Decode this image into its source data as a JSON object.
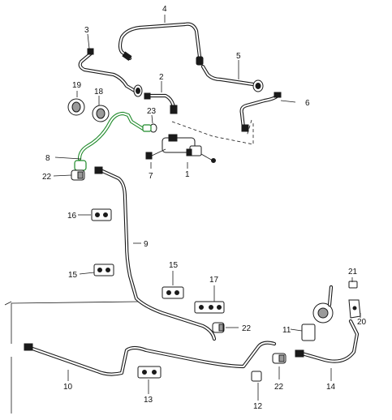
{
  "colors": {
    "line": "#1a1a1a",
    "highlight": "#1f8a2a",
    "background": "#ffffff"
  },
  "callouts": [
    {
      "id": "1",
      "label": "1"
    },
    {
      "id": "2",
      "label": "2"
    },
    {
      "id": "3",
      "label": "3"
    },
    {
      "id": "4",
      "label": "4"
    },
    {
      "id": "5",
      "label": "5"
    },
    {
      "id": "6",
      "label": "6"
    },
    {
      "id": "7",
      "label": "7"
    },
    {
      "id": "8",
      "label": "8"
    },
    {
      "id": "9",
      "label": "9"
    },
    {
      "id": "10",
      "label": "10"
    },
    {
      "id": "11",
      "label": "11"
    },
    {
      "id": "12",
      "label": "12"
    },
    {
      "id": "13",
      "label": "13"
    },
    {
      "id": "14",
      "label": "14"
    },
    {
      "id": "15a",
      "label": "15"
    },
    {
      "id": "15b",
      "label": "15"
    },
    {
      "id": "16",
      "label": "16"
    },
    {
      "id": "17",
      "label": "17"
    },
    {
      "id": "18",
      "label": "18"
    },
    {
      "id": "19",
      "label": "19"
    },
    {
      "id": "20",
      "label": "20"
    },
    {
      "id": "21",
      "label": "21"
    },
    {
      "id": "22a",
      "label": "22"
    },
    {
      "id": "22b",
      "label": "22"
    },
    {
      "id": "22c",
      "label": "22"
    },
    {
      "id": "23",
      "label": "23"
    }
  ],
  "highlighted_part": "8"
}
